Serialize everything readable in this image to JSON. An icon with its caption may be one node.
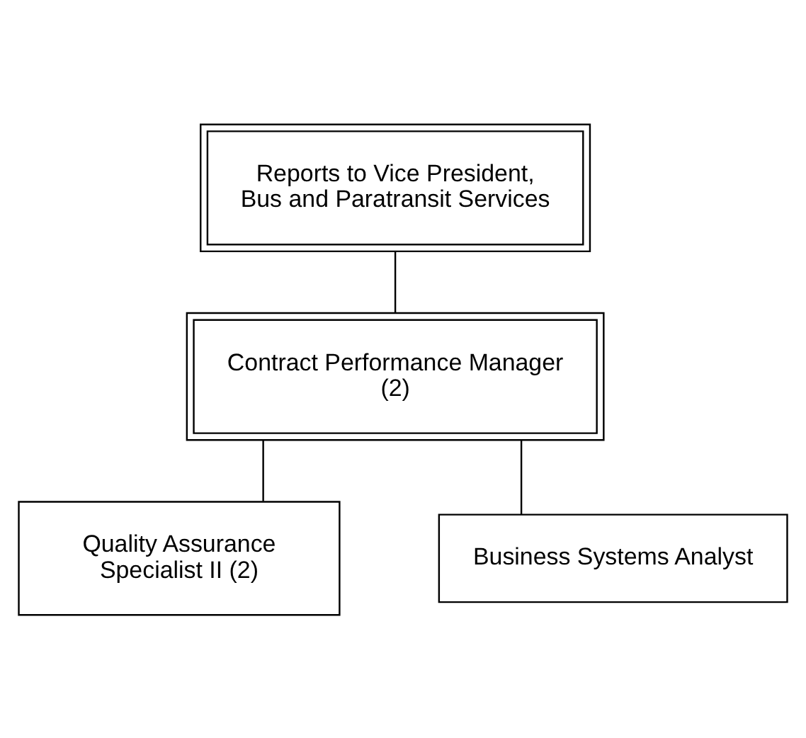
{
  "diagram": {
    "nodes": [
      {
        "text": [
          "Reports to Vice President, Bus and Paratransit Services"
        ]
      },
      {
        "text": [
          "Contract Performance Manager (2)"
        ]
      },
      {
        "text": [
          "Quality Assurance Specialist II (2)"
        ]
      },
      {
        "text": [
          "Business Systems Analyst"
        ]
      }
    ],
    "edges": [
      {
        "from": 0,
        "to": 1,
        "arrow": "none"
      },
      {
        "from": 1,
        "to": 2,
        "arrow": "none"
      },
      {
        "from": 1,
        "to": 3,
        "arrow": "none"
      }
    ]
  }
}
